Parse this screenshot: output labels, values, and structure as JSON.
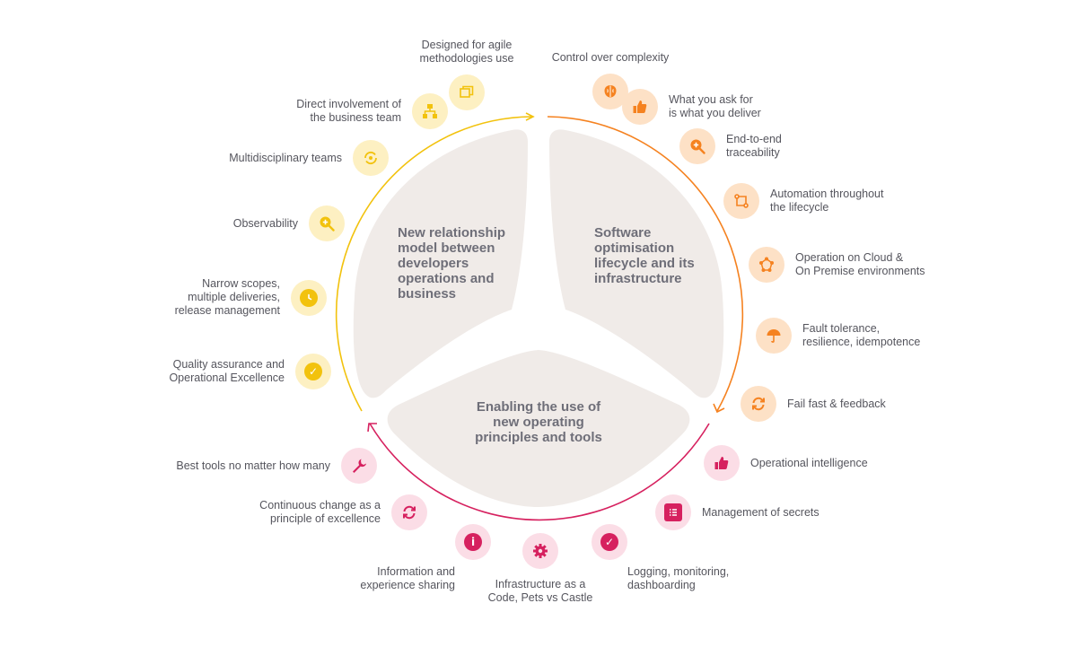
{
  "segments": {
    "top_left": "New relationship\nmodel between\ndevelopers\noperations and\nbusiness",
    "top_right": "Software\noptimisation\nlifecycle and its\ninfrastructure",
    "bottom": "Enabling the use of\nnew operating\nprinciples and tools"
  },
  "colors": {
    "yellow": "#f2c20d",
    "orange": "#f58220",
    "red": "#d6215f",
    "segment_fill": "#f0ebe8",
    "segment_text": "#6e6e78"
  },
  "items": {
    "agile": {
      "label": "Designed for agile\nmethodologies use",
      "icon": "windows-icon"
    },
    "control": {
      "label": "Control over complexity",
      "icon": "brain-icon"
    },
    "ask": {
      "label": "What you ask for\nis what you deliver",
      "icon": "thumbs-up-icon"
    },
    "traceability": {
      "label": "End-to-end\ntraceability",
      "icon": "zoom-in-icon"
    },
    "automation": {
      "label": "Automation throughout\nthe lifecycle",
      "icon": "branch-icon"
    },
    "cloud": {
      "label": "Operation on Cloud &\nOn Premise environments",
      "icon": "network-icon"
    },
    "fault": {
      "label": "Fault tolerance,\nresilience, idempotence",
      "icon": "umbrella-icon"
    },
    "failfast": {
      "label": "Fail fast & feedback",
      "icon": "refresh-icon"
    },
    "opintel": {
      "label": "Operational intelligence",
      "icon": "thumbs-up-icon"
    },
    "secrets": {
      "label": "Management of secrets",
      "icon": "list-icon"
    },
    "logging": {
      "label": "Logging, monitoring,\ndashboarding",
      "icon": "check-shield-icon"
    },
    "iac": {
      "label": "Infrastructure as a\nCode, Pets vs Castle",
      "icon": "gear-icon"
    },
    "info": {
      "label": "Information and\nexperience sharing",
      "icon": "info-icon"
    },
    "continuous": {
      "label": "Continuous change as a\nprinciple of excellence",
      "icon": "refresh-icon"
    },
    "tools": {
      "label": "Best tools no matter how many",
      "icon": "wrench-icon"
    },
    "quality": {
      "label": "Quality assurance and\nOperational Excellence",
      "icon": "check-circle-icon"
    },
    "narrow": {
      "label": "Narrow scopes,\nmultiple deliveries,\nrelease management",
      "icon": "clock-icon"
    },
    "observability": {
      "label": "Observability",
      "icon": "zoom-in-icon"
    },
    "multidisc": {
      "label": "Multidisciplinary teams",
      "icon": "rotate-icon"
    },
    "business": {
      "label": "Direct involvement of\nthe business team",
      "icon": "org-chart-icon"
    }
  }
}
